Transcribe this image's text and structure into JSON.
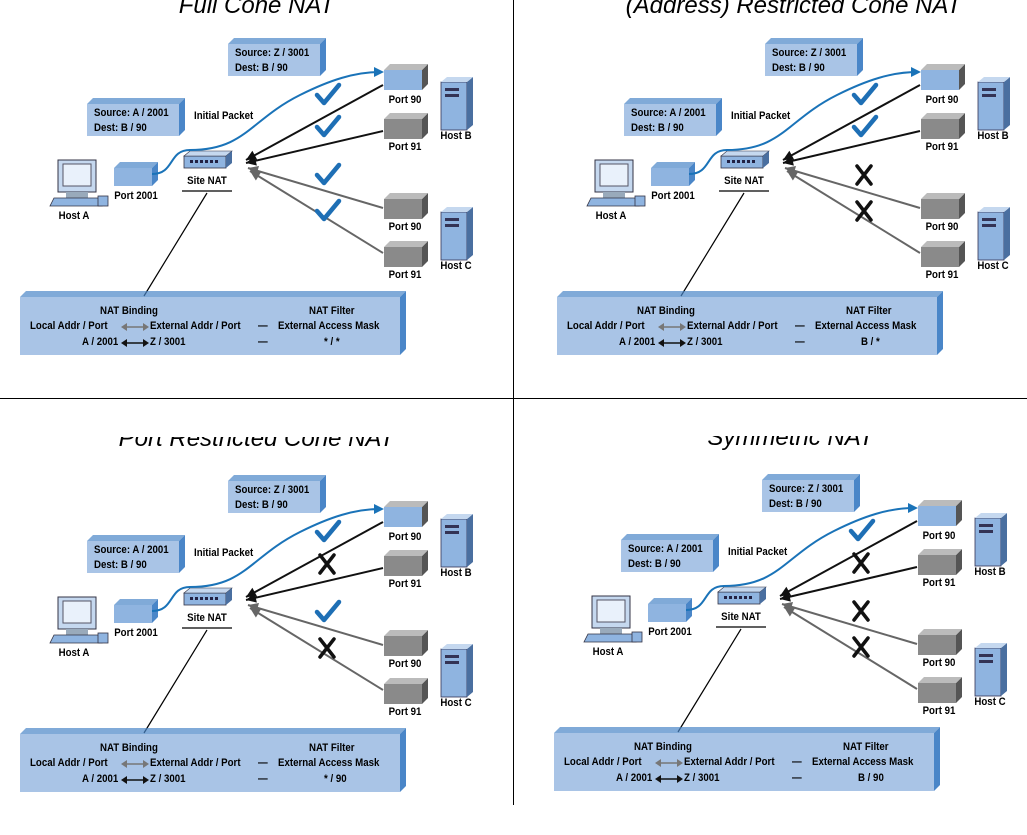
{
  "panels": [
    {
      "title": "Full Cone NAT",
      "source_box": [
        "Source: Z / 3001",
        "Dest: B / 90"
      ],
      "inner_box": [
        "Source: A / 2001",
        "Dest: B / 90"
      ],
      "initial_packet": "Initial Packet",
      "host_a": "Host A",
      "port_2001": "Port 2001",
      "site_nat": "Site NAT",
      "host_b": "Host B",
      "host_c": "Host C",
      "b_port90": "Port 90",
      "b_port91": "Port 91",
      "c_port90": "Port 90",
      "c_port91": "Port 91",
      "marks": [
        "check",
        "check",
        "check",
        "check"
      ],
      "table": {
        "binding_header": "NAT Binding",
        "filter_header": "NAT Filter",
        "local_hdr": "Local Addr / Port",
        "external_hdr": "External Addr / Port",
        "dash": "—",
        "mask_hdr": "External Access Mask",
        "local_val": "A / 2001",
        "external_val": "Z / 3001",
        "mask_val": "* / *"
      }
    },
    {
      "title": "(Address) Restricted Cone NAT",
      "source_box": [
        "Source: Z / 3001",
        "Dest: B / 90"
      ],
      "inner_box": [
        "Source: A / 2001",
        "Dest: B / 90"
      ],
      "initial_packet": "Initial Packet",
      "host_a": "Host A",
      "port_2001": "Port 2001",
      "site_nat": "Site NAT",
      "host_b": "Host B",
      "host_c": "Host C",
      "b_port90": "Port 90",
      "b_port91": "Port 91",
      "c_port90": "Port 90",
      "c_port91": "Port 91",
      "marks": [
        "check",
        "check",
        "cross",
        "cross"
      ],
      "table": {
        "binding_header": "NAT Binding",
        "filter_header": "NAT Filter",
        "local_hdr": "Local Addr / Port",
        "external_hdr": "External Addr / Port",
        "dash": "—",
        "mask_hdr": "External Access Mask",
        "local_val": "A / 2001",
        "external_val": "Z / 3001",
        "mask_val": "B / *"
      }
    },
    {
      "title": "Port Restricted Cone NAT",
      "source_box": [
        "Source: Z / 3001",
        "Dest: B / 90"
      ],
      "inner_box": [
        "Source: A / 2001",
        "Dest: B / 90"
      ],
      "initial_packet": "Initial Packet",
      "host_a": "Host A",
      "port_2001": "Port 2001",
      "site_nat": "Site NAT",
      "host_b": "Host B",
      "host_c": "Host C",
      "b_port90": "Port 90",
      "b_port91": "Port 91",
      "c_port90": "Port 90",
      "c_port91": "Port 91",
      "marks": [
        "check",
        "cross",
        "check",
        "cross"
      ],
      "table": {
        "binding_header": "NAT Binding",
        "filter_header": "NAT Filter",
        "local_hdr": "Local Addr / Port",
        "external_hdr": "External Addr / Port",
        "dash": "—",
        "mask_hdr": "External Access Mask",
        "local_val": "A / 2001",
        "external_val": "Z / 3001",
        "mask_val": "* / 90"
      }
    },
    {
      "title": "Symmetric NAT",
      "source_box": [
        "Source: Z / 3001",
        "Dest: B / 90"
      ],
      "inner_box": [
        "Source: A / 2001",
        "Dest: B / 90"
      ],
      "initial_packet": "Initial Packet",
      "host_a": "Host A",
      "port_2001": "Port 2001",
      "site_nat": "Site NAT",
      "host_b": "Host B",
      "host_c": "Host C",
      "b_port90": "Port 90",
      "b_port91": "Port 91",
      "c_port90": "Port 90",
      "c_port91": "Port 91",
      "marks": [
        "check",
        "cross",
        "cross",
        "cross"
      ],
      "table": {
        "binding_header": "NAT Binding",
        "filter_header": "NAT Filter",
        "local_hdr": "Local Addr / Port",
        "external_hdr": "External Addr / Port",
        "dash": "—",
        "mask_hdr": "External Access Mask",
        "local_val": "A / 2001",
        "external_val": "Z / 3001",
        "mask_val": "B / 90"
      }
    }
  ],
  "colors": {
    "box_fill": "#a9c4e6",
    "box_edge": "#4a86c8",
    "port_blue": "#8fb4e0",
    "port_grey": "#8a8a8a",
    "packet_line": "#1a73b8",
    "check": "#1e6fb5",
    "cross": "#111111"
  }
}
